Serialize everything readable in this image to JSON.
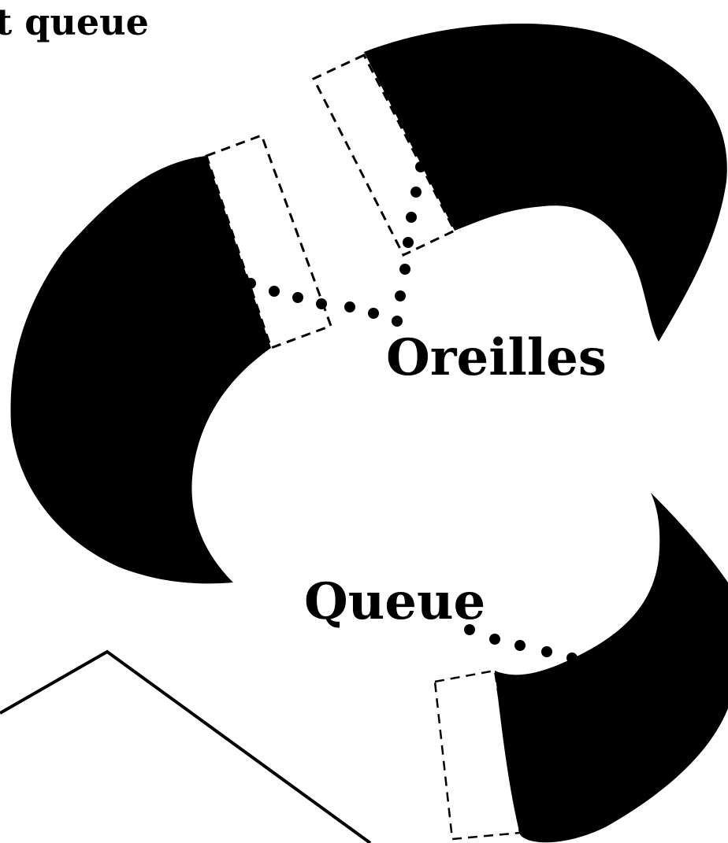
{
  "title_fragment": "t queue",
  "labels": {
    "ears": "Oreilles",
    "tail": "Queue"
  },
  "colors": {
    "ink": "#000000",
    "paper": "#ffffff"
  }
}
